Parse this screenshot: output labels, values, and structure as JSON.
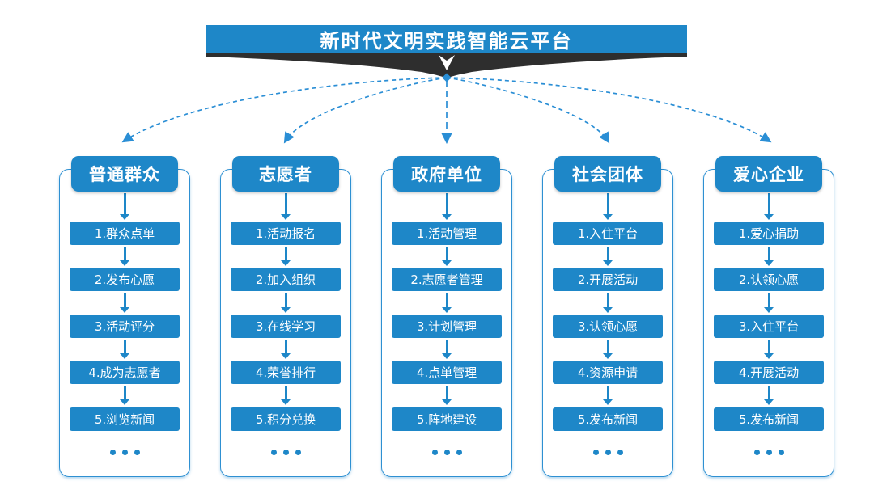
{
  "title": "新时代文明实践智能云平台",
  "ellipsis": "...",
  "colors": {
    "accent": "#1e87c8",
    "outline": "#2e90d2",
    "connector": "#2a8ed5",
    "chevron": "#2e2e2e",
    "text_on_accent": "#ffffff",
    "background": "#ffffff"
  },
  "columns": [
    {
      "header": "普通群众",
      "items": [
        "1.群众点单",
        "2.发布心愿",
        "3.活动评分",
        "4.成为志愿者",
        "5.浏览新闻"
      ]
    },
    {
      "header": "志愿者",
      "items": [
        "1.活动报名",
        "2.加入组织",
        "3.在线学习",
        "4.荣誉排行",
        "5.积分兑换"
      ]
    },
    {
      "header": "政府单位",
      "items": [
        "1.活动管理",
        "2.志愿者管理",
        "3.计划管理",
        "4.点单管理",
        "5.阵地建设"
      ]
    },
    {
      "header": "社会团体",
      "items": [
        "1.入住平台",
        "2.开展活动",
        "3.认领心愿",
        "4.资源申请",
        "5.发布新闻"
      ]
    },
    {
      "header": "爱心企业",
      "items": [
        "1.爱心捐助",
        "2.认领心愿",
        "3.入住平台",
        "4.开展活动",
        "5.发布新闻"
      ]
    }
  ]
}
